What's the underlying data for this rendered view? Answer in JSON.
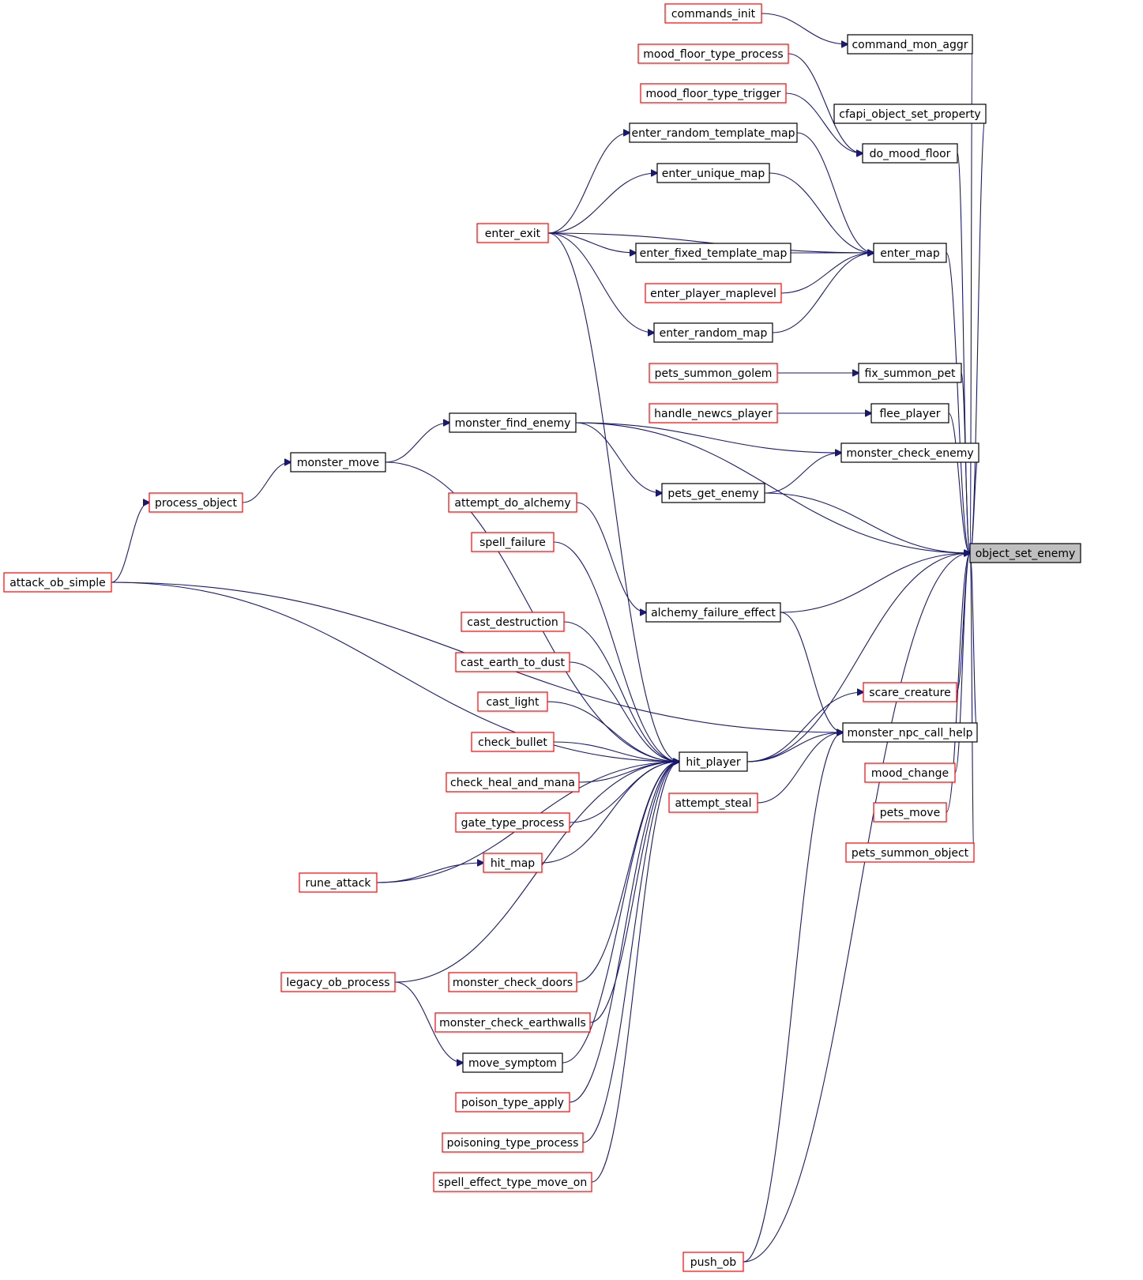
{
  "graph": {
    "kind": "caller graph",
    "colors": {
      "edge": "#191970",
      "node_with_page": "#000000",
      "node_without_page": "#ff0000",
      "root_fill": "#bfbfbf"
    },
    "nodes": [
      {
        "id": "object_set_enemy",
        "label": "object_set_enemy",
        "style": "root"
      },
      {
        "id": "commands_init",
        "label": "commands_init",
        "style": "red"
      },
      {
        "id": "command_mon_aggr",
        "label": "command_mon_aggr",
        "style": "black"
      },
      {
        "id": "mood_floor_type_process",
        "label": "mood_floor_type_process",
        "style": "red"
      },
      {
        "id": "mood_floor_type_trigger",
        "label": "mood_floor_type_trigger",
        "style": "red"
      },
      {
        "id": "cfapi_object_set_property",
        "label": "cfapi_object_set_property",
        "style": "black"
      },
      {
        "id": "enter_random_template_map",
        "label": "enter_random_template_map",
        "style": "black"
      },
      {
        "id": "do_mood_floor",
        "label": "do_mood_floor",
        "style": "black"
      },
      {
        "id": "enter_unique_map",
        "label": "enter_unique_map",
        "style": "black"
      },
      {
        "id": "enter_exit",
        "label": "enter_exit",
        "style": "red"
      },
      {
        "id": "enter_map",
        "label": "enter_map",
        "style": "black"
      },
      {
        "id": "enter_fixed_template_map",
        "label": "enter_fixed_template_map",
        "style": "black"
      },
      {
        "id": "enter_player_maplevel",
        "label": "enter_player_maplevel",
        "style": "red"
      },
      {
        "id": "enter_random_map",
        "label": "enter_random_map",
        "style": "black"
      },
      {
        "id": "pets_summon_golem",
        "label": "pets_summon_golem",
        "style": "red"
      },
      {
        "id": "fix_summon_pet",
        "label": "fix_summon_pet",
        "style": "black"
      },
      {
        "id": "handle_newcs_player",
        "label": "handle_newcs_player",
        "style": "red"
      },
      {
        "id": "flee_player",
        "label": "flee_player",
        "style": "black"
      },
      {
        "id": "monster_find_enemy",
        "label": "monster_find_enemy",
        "style": "black"
      },
      {
        "id": "monster_check_enemy",
        "label": "monster_check_enemy",
        "style": "black"
      },
      {
        "id": "monster_move",
        "label": "monster_move",
        "style": "black"
      },
      {
        "id": "pets_get_enemy",
        "label": "pets_get_enemy",
        "style": "black"
      },
      {
        "id": "process_object",
        "label": "process_object",
        "style": "red"
      },
      {
        "id": "attempt_do_alchemy",
        "label": "attempt_do_alchemy",
        "style": "red"
      },
      {
        "id": "spell_failure",
        "label": "spell_failure",
        "style": "red"
      },
      {
        "id": "attack_ob_simple",
        "label": "attack_ob_simple",
        "style": "red"
      },
      {
        "id": "alchemy_failure_effect",
        "label": "alchemy_failure_effect",
        "style": "black"
      },
      {
        "id": "cast_destruction",
        "label": "cast_destruction",
        "style": "red"
      },
      {
        "id": "cast_earth_to_dust",
        "label": "cast_earth_to_dust",
        "style": "red"
      },
      {
        "id": "scare_creature",
        "label": "scare_creature",
        "style": "red"
      },
      {
        "id": "cast_light",
        "label": "cast_light",
        "style": "red"
      },
      {
        "id": "monster_npc_call_help",
        "label": "monster_npc_call_help",
        "style": "black"
      },
      {
        "id": "check_bullet",
        "label": "check_bullet",
        "style": "red"
      },
      {
        "id": "hit_player",
        "label": "hit_player",
        "style": "black"
      },
      {
        "id": "check_heal_and_mana",
        "label": "check_heal_and_mana",
        "style": "red"
      },
      {
        "id": "mood_change",
        "label": "mood_change",
        "style": "red"
      },
      {
        "id": "attempt_steal",
        "label": "attempt_steal",
        "style": "red"
      },
      {
        "id": "gate_type_process",
        "label": "gate_type_process",
        "style": "red"
      },
      {
        "id": "pets_move",
        "label": "pets_move",
        "style": "red"
      },
      {
        "id": "hit_map",
        "label": "hit_map",
        "style": "red"
      },
      {
        "id": "pets_summon_object",
        "label": "pets_summon_object",
        "style": "red"
      },
      {
        "id": "rune_attack",
        "label": "rune_attack",
        "style": "red"
      },
      {
        "id": "legacy_ob_process",
        "label": "legacy_ob_process",
        "style": "red"
      },
      {
        "id": "monster_check_doors",
        "label": "monster_check_doors",
        "style": "red"
      },
      {
        "id": "monster_check_earthwalls",
        "label": "monster_check_earthwalls",
        "style": "red"
      },
      {
        "id": "move_symptom",
        "label": "move_symptom",
        "style": "black"
      },
      {
        "id": "poison_type_apply",
        "label": "poison_type_apply",
        "style": "red"
      },
      {
        "id": "poisoning_type_process",
        "label": "poisoning_type_process",
        "style": "red"
      },
      {
        "id": "spell_effect_type_move_on",
        "label": "spell_effect_type_move_on",
        "style": "red"
      },
      {
        "id": "push_ob",
        "label": "push_ob",
        "style": "red"
      }
    ],
    "edges": [
      [
        "commands_init",
        "command_mon_aggr"
      ],
      [
        "command_mon_aggr",
        "object_set_enemy"
      ],
      [
        "mood_floor_type_process",
        "do_mood_floor"
      ],
      [
        "mood_floor_type_trigger",
        "do_mood_floor"
      ],
      [
        "cfapi_object_set_property",
        "object_set_enemy"
      ],
      [
        "do_mood_floor",
        "object_set_enemy"
      ],
      [
        "enter_exit",
        "enter_random_template_map"
      ],
      [
        "enter_exit",
        "enter_unique_map"
      ],
      [
        "enter_exit",
        "enter_map"
      ],
      [
        "enter_exit",
        "enter_fixed_template_map"
      ],
      [
        "enter_exit",
        "enter_random_map"
      ],
      [
        "enter_exit",
        "hit_player"
      ],
      [
        "enter_random_template_map",
        "enter_map"
      ],
      [
        "enter_unique_map",
        "enter_map"
      ],
      [
        "enter_fixed_template_map",
        "enter_map"
      ],
      [
        "enter_player_maplevel",
        "enter_map"
      ],
      [
        "enter_random_map",
        "enter_map"
      ],
      [
        "enter_map",
        "object_set_enemy"
      ],
      [
        "pets_summon_golem",
        "fix_summon_pet"
      ],
      [
        "fix_summon_pet",
        "object_set_enemy"
      ],
      [
        "handle_newcs_player",
        "flee_player"
      ],
      [
        "flee_player",
        "object_set_enemy"
      ],
      [
        "monster_move",
        "monster_find_enemy"
      ],
      [
        "monster_move",
        "hit_player"
      ],
      [
        "monster_find_enemy",
        "monster_check_enemy"
      ],
      [
        "monster_find_enemy",
        "pets_get_enemy"
      ],
      [
        "monster_find_enemy",
        "object_set_enemy"
      ],
      [
        "monster_check_enemy",
        "object_set_enemy"
      ],
      [
        "pets_get_enemy",
        "monster_check_enemy"
      ],
      [
        "pets_get_enemy",
        "object_set_enemy"
      ],
      [
        "process_object",
        "monster_move"
      ],
      [
        "attack_ob_simple",
        "process_object"
      ],
      [
        "attack_ob_simple",
        "hit_player"
      ],
      [
        "attack_ob_simple",
        "monster_npc_call_help"
      ],
      [
        "attempt_do_alchemy",
        "alchemy_failure_effect"
      ],
      [
        "spell_failure",
        "hit_player"
      ],
      [
        "alchemy_failure_effect",
        "object_set_enemy"
      ],
      [
        "alchemy_failure_effect",
        "monster_npc_call_help"
      ],
      [
        "cast_destruction",
        "hit_player"
      ],
      [
        "cast_earth_to_dust",
        "hit_player"
      ],
      [
        "cast_light",
        "hit_player"
      ],
      [
        "check_bullet",
        "hit_player"
      ],
      [
        "check_heal_and_mana",
        "hit_player"
      ],
      [
        "gate_type_process",
        "hit_player"
      ],
      [
        "hit_map",
        "hit_player"
      ],
      [
        "rune_attack",
        "hit_map"
      ],
      [
        "rune_attack",
        "hit_player"
      ],
      [
        "legacy_ob_process",
        "hit_player"
      ],
      [
        "legacy_ob_process",
        "move_symptom"
      ],
      [
        "monster_check_doors",
        "hit_player"
      ],
      [
        "monster_check_earthwalls",
        "hit_player"
      ],
      [
        "move_symptom",
        "hit_player"
      ],
      [
        "poison_type_apply",
        "hit_player"
      ],
      [
        "poisoning_type_process",
        "hit_player"
      ],
      [
        "spell_effect_type_move_on",
        "hit_player"
      ],
      [
        "hit_player",
        "object_set_enemy"
      ],
      [
        "hit_player",
        "scare_creature"
      ],
      [
        "hit_player",
        "monster_npc_call_help"
      ],
      [
        "scare_creature",
        "object_set_enemy"
      ],
      [
        "monster_npc_call_help",
        "object_set_enemy"
      ],
      [
        "attempt_steal",
        "monster_npc_call_help"
      ],
      [
        "mood_change",
        "object_set_enemy"
      ],
      [
        "pets_move",
        "object_set_enemy"
      ],
      [
        "pets_summon_object",
        "object_set_enemy"
      ],
      [
        "push_ob",
        "object_set_enemy"
      ],
      [
        "push_ob",
        "monster_npc_call_help"
      ]
    ]
  }
}
